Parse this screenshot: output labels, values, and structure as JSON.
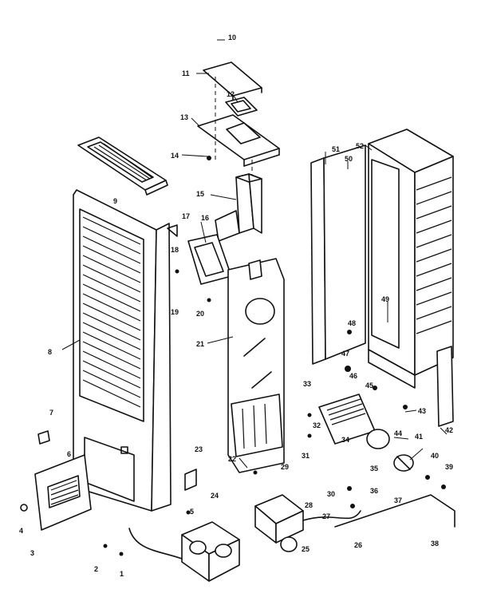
{
  "callouts": {
    "c1": "1",
    "c2": "2",
    "c3": "3",
    "c4": "4",
    "c5": "5",
    "c6": "6",
    "c7": "7",
    "c8": "8",
    "c9": "9",
    "c10": "10",
    "c11": "11",
    "c12": "12",
    "c13": "13",
    "c14": "14",
    "c15": "15",
    "c16": "16",
    "c17": "17",
    "c18": "18",
    "c19": "19",
    "c20": "20",
    "c21": "21",
    "c22": "22",
    "c23": "23",
    "c24": "24",
    "c25": "25",
    "c26": "26",
    "c27": "27",
    "c28": "28",
    "c29": "29",
    "c30": "30",
    "c31": "31",
    "c32": "32",
    "c33": "33",
    "c34": "34",
    "c35": "35",
    "c36": "36",
    "c37": "37",
    "c38": "38",
    "c39": "39",
    "c40": "40",
    "c41": "41",
    "c42": "42",
    "c43": "43",
    "c44": "44",
    "c45": "45",
    "c46": "46",
    "c47": "47",
    "c48": "48",
    "c49": "49",
    "c50": "50",
    "c51": "51",
    "c52": "52"
  }
}
